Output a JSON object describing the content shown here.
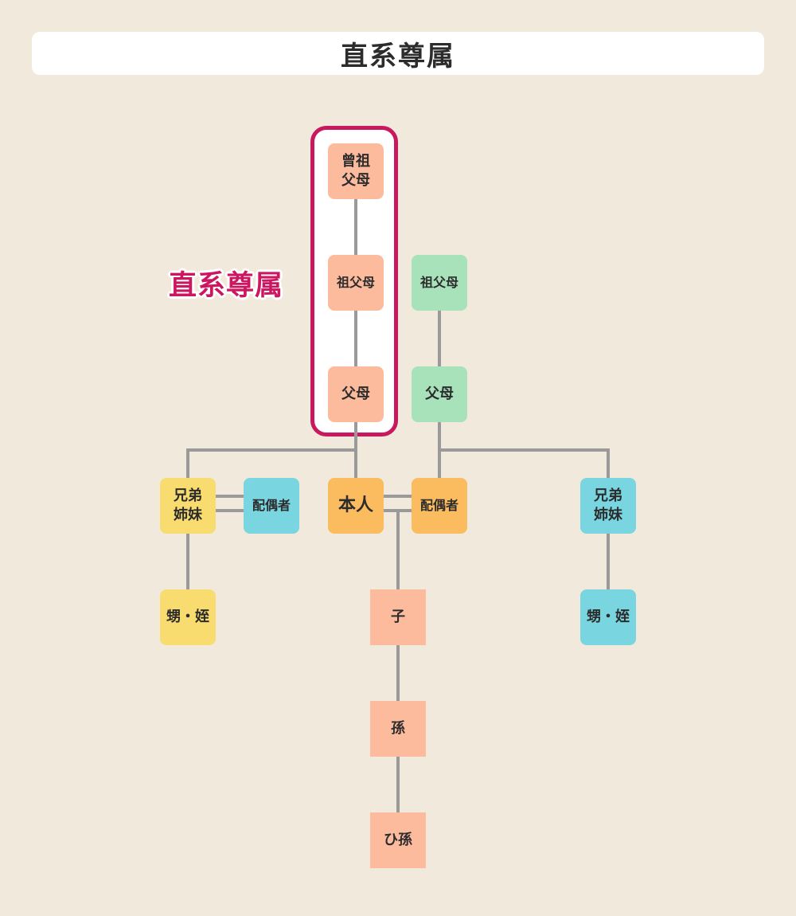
{
  "header": {
    "title": "直系尊属"
  },
  "label": {
    "text": "直系尊属"
  },
  "nodes": {
    "great_grandparents": "曾祖\n父母",
    "grandparents_left": "祖父母",
    "grandparents_right": "祖父母",
    "parents_left": "父母",
    "parents_right": "父母",
    "siblings_left": "兄弟\n姉妹",
    "siblings_spouse": "配偶者",
    "self": "本人",
    "spouse": "配偶者",
    "siblings_right": "兄弟\n姉妹",
    "nephew_niece_left": "甥・姪",
    "nephew_niece_right": "甥・姪",
    "child": "子",
    "grandchild": "孫",
    "great_grandchild": "ひ孫"
  },
  "colors": {
    "background": "#f1eadc",
    "line": "#9a9a9a",
    "highlight": "#c8185e",
    "salmon": "#fdbb9e",
    "green": "#a8e2bb",
    "yellow": "#f8dc70",
    "teal": "#79d5df",
    "orange": "#fbbb5f"
  }
}
